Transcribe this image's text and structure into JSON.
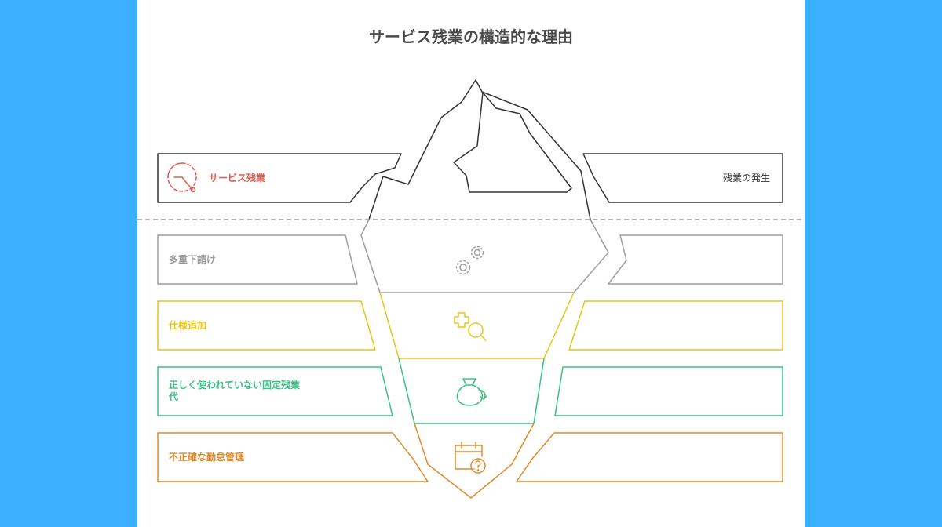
{
  "title": "サービス残業の構造的な理由",
  "surface": {
    "left_label": "サービス残業",
    "right_label": "残業の発生",
    "icon": "alarm-clock-icon"
  },
  "layers": [
    {
      "label": "多重下請け",
      "icon": "gears-icon",
      "color": "#9e9e9e"
    },
    {
      "label": "仕様追加",
      "icon": "add-search-icon",
      "color": "#e6c619"
    },
    {
      "label": "正しく使われていない固定残業代",
      "icon": "money-bag-icon",
      "color": "#3dbf86"
    },
    {
      "label": "不正確な勤怠管理",
      "icon": "calendar-question-icon",
      "color": "#e08a2c"
    }
  ],
  "colors": {
    "page_background": "#3ab0ff",
    "card_background": "#ffffff",
    "surface_accent": "#e05a4f",
    "outline": "#333333",
    "waterline": "#999999"
  }
}
